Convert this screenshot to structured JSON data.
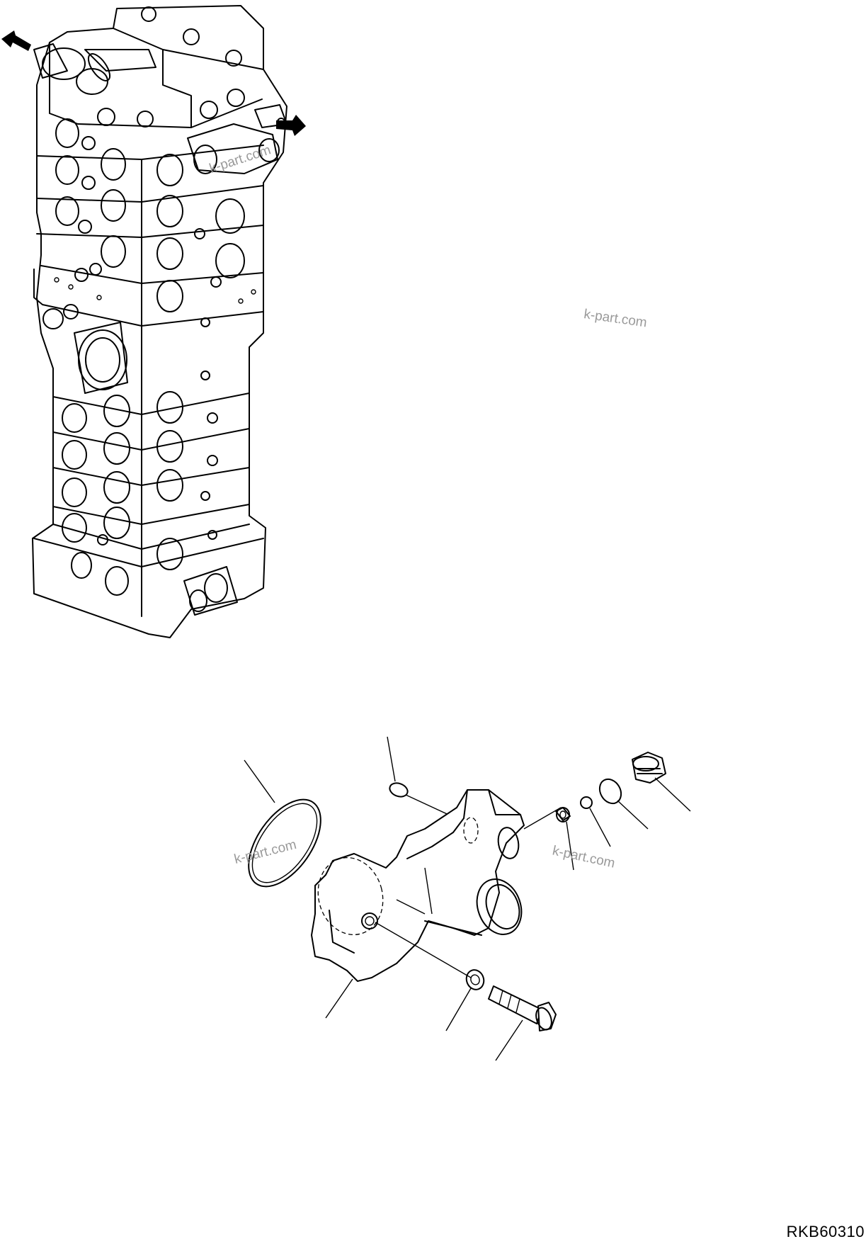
{
  "watermarks": [
    "k-part.com",
    "k-part.com",
    "k-part.com",
    "k-part.com"
  ],
  "drawing_code": "RKB60310"
}
